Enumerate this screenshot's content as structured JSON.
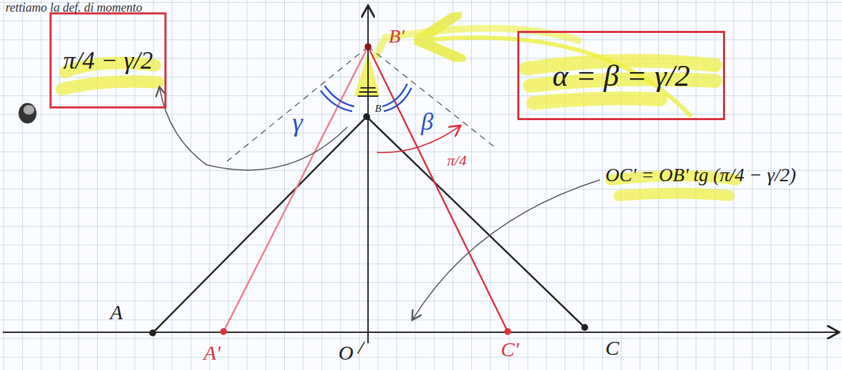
{
  "diagram": {
    "nodes": [
      {
        "text": [
          "π/4 − γ/2"
        ]
      },
      {
        "text": [
          "α = β = γ/2"
        ]
      }
    ],
    "labels": [
      "rettiamo la def. di momento",
      "B'",
      "B",
      "γ",
      "β",
      "π/4",
      "OC' = OB' tg (π/4 − γ/2)",
      "A",
      "A'",
      "O",
      "C'",
      "C"
    ]
  }
}
